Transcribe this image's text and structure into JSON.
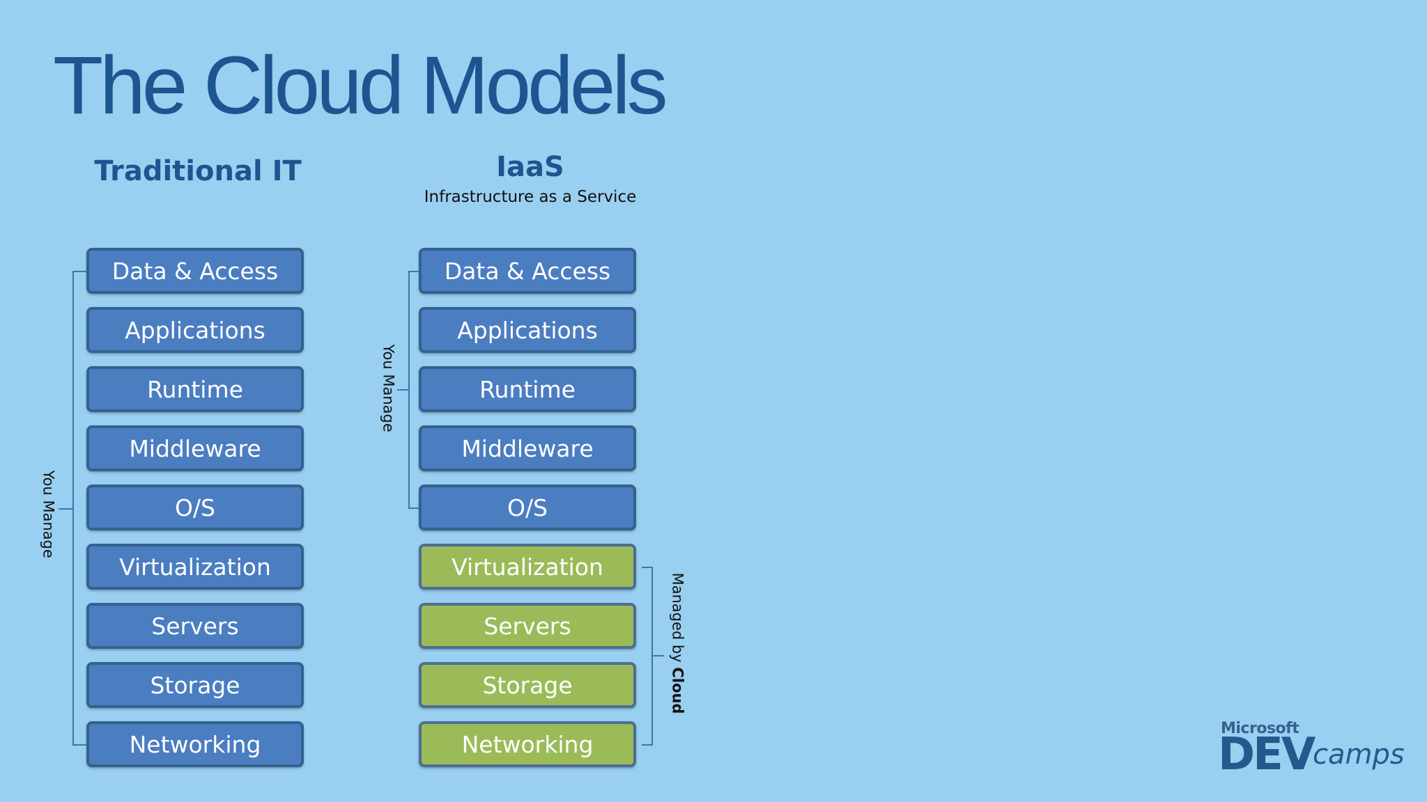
{
  "slide": {
    "title": "The Cloud Models"
  },
  "traditional": {
    "heading": "Traditional IT",
    "layers": [
      "Data & Access",
      "Applications",
      "Runtime",
      "Middleware",
      "O/S",
      "Virtualization",
      "Servers",
      "Storage",
      "Networking"
    ],
    "bracket_label": "You Manage"
  },
  "iaas": {
    "heading": "IaaS",
    "subheading": "Infrastructure as a Service",
    "layers": [
      "Data & Access",
      "Applications",
      "Runtime",
      "Middleware",
      "O/S",
      "Virtualization",
      "Servers",
      "Storage",
      "Networking"
    ],
    "you_manage_label": "You Manage",
    "cloud_label_prefix": "Managed by ",
    "cloud_label_bold": "Cloud"
  },
  "logo": {
    "top": "Microsoft",
    "main": "DEV",
    "suffix": "camps"
  },
  "colors": {
    "background": "#99cff0",
    "title": "#1c5590",
    "you_manage_box": "#4b7dc1",
    "cloud_managed_box": "#9bbb59"
  }
}
